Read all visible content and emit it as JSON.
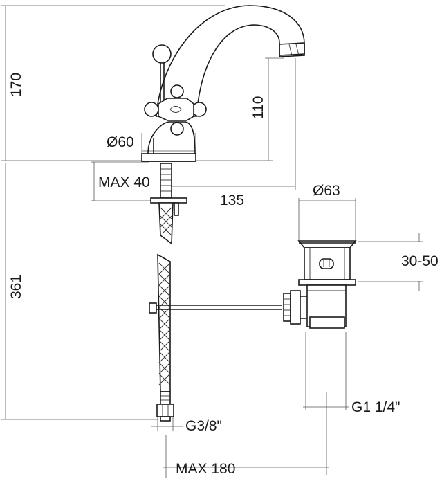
{
  "dimensions": {
    "height_spout": "170",
    "spout_to_base": "110",
    "base_diameter": "Ø60",
    "max_deck": "MAX 40",
    "reach": "135",
    "hose_length": "361",
    "waste_diameter": "Ø63",
    "waste_range": "30-50",
    "waste_thread": "G1 1/4\"",
    "hose_thread": "G3/8\"",
    "max_rod": "MAX 180"
  }
}
